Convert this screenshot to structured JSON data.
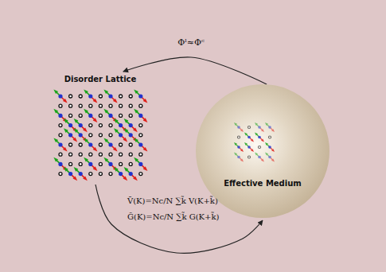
{
  "diagram": {
    "nodes": [
      {
        "text": [
          "Disorder Lattice"
        ]
      },
      {
        "text": [
          "Effective Medium"
        ]
      }
    ],
    "edges": [
      {
        "from": 1,
        "to": 0,
        "label": "Φˡ≈Φᶜ",
        "arrow": "to"
      },
      {
        "from": 0,
        "to": 1,
        "arrow": "to"
      }
    ],
    "labels": [
      "V̄(K)=Nc/N ∑k̃ V(K+k̃)",
      "Ḡ(K)=Nc/N ∑k̃ G(K+k̃)"
    ]
  }
}
